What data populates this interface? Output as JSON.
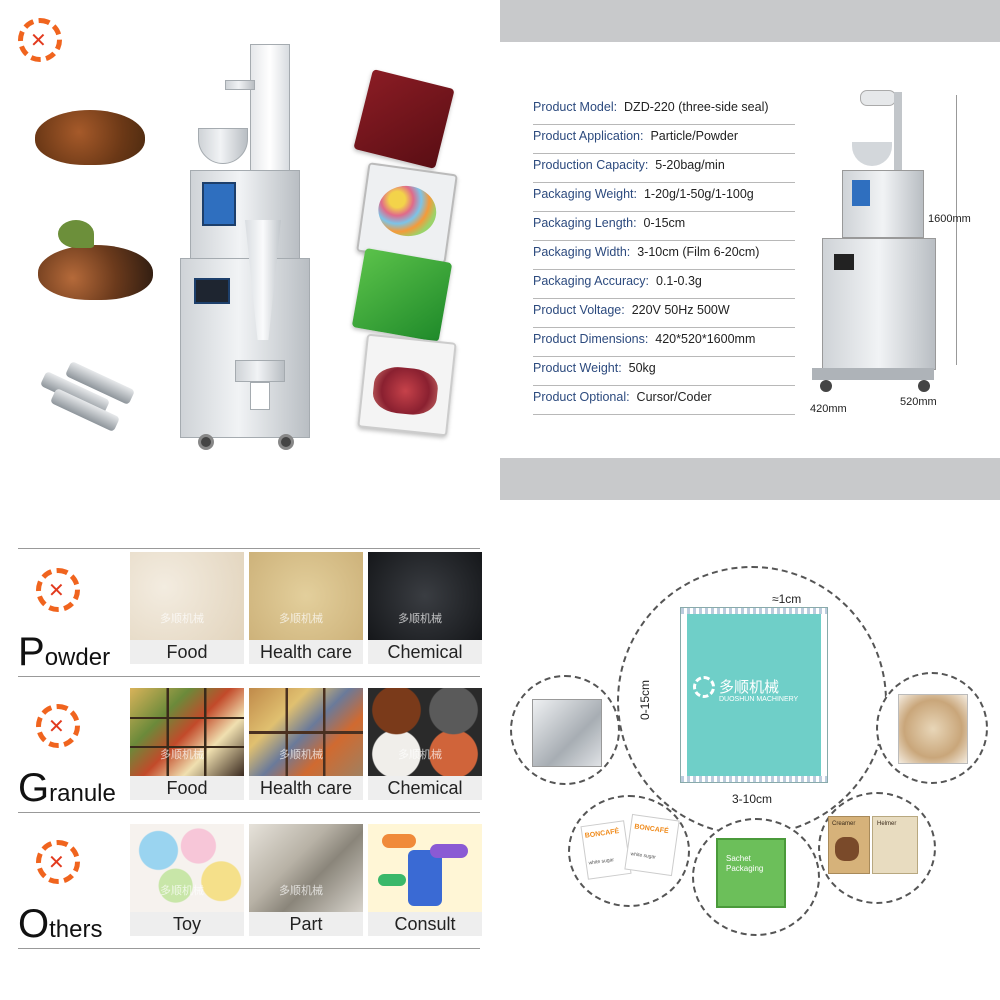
{
  "brand": {
    "logo_icon": "gear-logo-icon",
    "accent": "#f0641e",
    "watermark_cn": "多顺机械",
    "watermark_en": "DUOSHUN MACHINERY"
  },
  "specs": [
    {
      "label": "Product Model:",
      "value": "DZD-220 (three-side seal)"
    },
    {
      "label": "Product Application:",
      "value": "Particle/Powder"
    },
    {
      "label": "Production Capacity:",
      "value": "5-20bag/min"
    },
    {
      "label": "Packaging Weight:",
      "value": "1-20g/1-50g/1-100g"
    },
    {
      "label": "Packaging Length:",
      "value": "0-15cm"
    },
    {
      "label": "Packaging Width:",
      "value": "3-10cm (Film 6-20cm)"
    },
    {
      "label": "Packaging Accuracy:",
      "value": "0.1-0.3g"
    },
    {
      "label": "Product Voltage:",
      "value": "220V 50Hz 500W"
    },
    {
      "label": "Product Dimensions:",
      "value": "420*520*1600mm"
    },
    {
      "label": "Product Weight:",
      "value": "50kg"
    },
    {
      "label": "Product Optional:",
      "value": "Cursor/Coder"
    }
  ],
  "dimensions": {
    "height": "1600mm",
    "depth": "420mm",
    "width": "520mm"
  },
  "categories": [
    {
      "initial": "P",
      "rest": "owder",
      "tiles": [
        "Food",
        "Health care",
        "Chemical"
      ]
    },
    {
      "initial": "G",
      "rest": "ranule",
      "tiles": [
        "Food",
        "Health care",
        "Chemical"
      ]
    },
    {
      "initial": "O",
      "rest": "thers",
      "tiles": [
        "Toy",
        "Part",
        "Consult"
      ]
    }
  ],
  "bag": {
    "seal_width": "≈1cm",
    "length": "0-15cm",
    "width": "3-10cm",
    "logo_cn": "多顺机械",
    "logo_en": "DUOSHUN MACHINERY",
    "sachet_line1": "Sachet",
    "sachet_line2": "Packaging",
    "sugar_brand": "BONCAFÉ",
    "sugar_text": "white sugar",
    "creamer_label": "Creamer",
    "helmer_label": "Helmer"
  }
}
